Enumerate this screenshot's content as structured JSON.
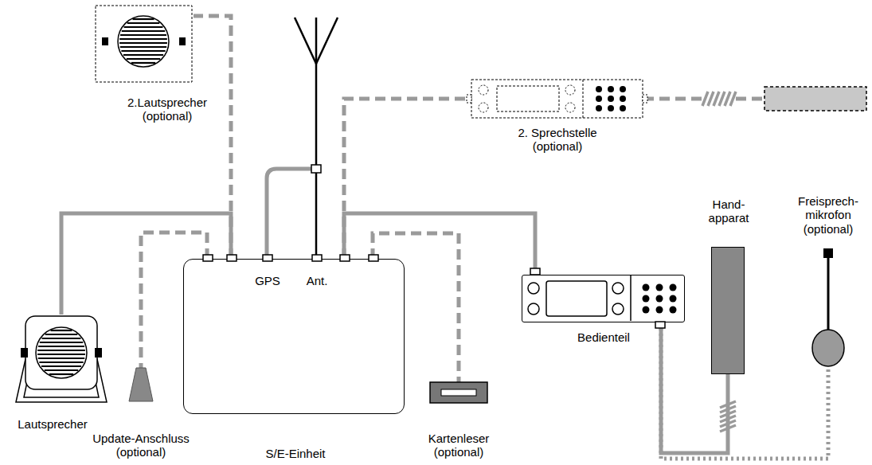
{
  "diagram": {
    "nodes": [
      {
        "text": [
          "2.Lautsprecher (optional)"
        ]
      },
      {
        "text": [
          "2. Sprechstelle (optional)"
        ]
      },
      {
        "text": [
          "Hand- apparat"
        ]
      },
      {
        "text": [
          "Freisprech- mikrofon (optional)"
        ]
      },
      {
        "text": [
          "Bedienteil"
        ]
      },
      {
        "text": [
          "Lautsprecher"
        ]
      },
      {
        "text": [
          "GPS",
          "Ant.",
          "S/E-Einheit"
        ]
      },
      {
        "text": [
          "Update-Anschluss (optional)"
        ]
      },
      {
        "text": [
          "Kartenleser (optional)"
        ]
      }
    ],
    "edges": [
      {
        "from": 6,
        "to": 0,
        "arrow": "none"
      },
      {
        "from": 6,
        "to": 1,
        "arrow": "none"
      },
      {
        "from": 6,
        "to": 5,
        "arrow": "none"
      },
      {
        "from": 6,
        "to": 7,
        "arrow": "none"
      },
      {
        "from": 6,
        "to": 4,
        "arrow": "none"
      },
      {
        "from": 6,
        "to": 8,
        "arrow": "none"
      },
      {
        "from": 4,
        "to": 2,
        "arrow": "none"
      },
      {
        "from": 4,
        "to": 3,
        "arrow": "none"
      }
    ]
  }
}
